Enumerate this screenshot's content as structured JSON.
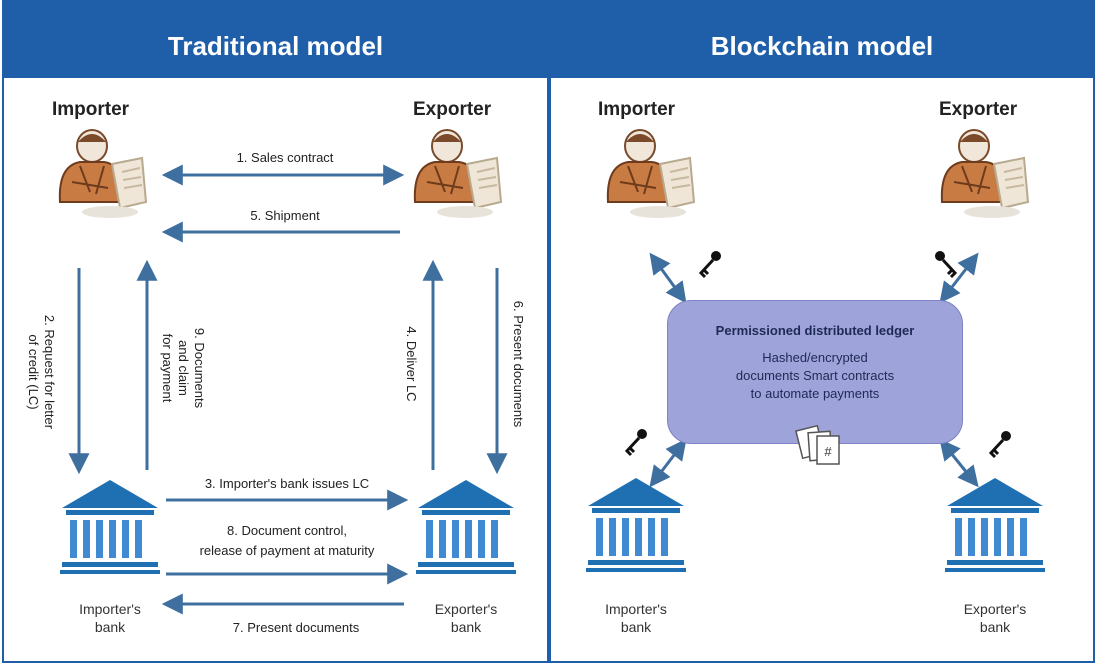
{
  "traditional": {
    "title": "Traditional model",
    "importer": "Importer",
    "exporter": "Exporter",
    "importer_bank_line1": "Importer's",
    "importer_bank_line2": "bank",
    "exporter_bank_line1": "Exporter's",
    "exporter_bank_line2": "bank",
    "steps": {
      "s1": "1. Sales contract",
      "s2_line1": "2. Request for letter",
      "s2_line2": "of credit (LC)",
      "s3": "3. Importer's bank issues LC",
      "s4": "4. Deliver LC",
      "s5": "5. Shipment",
      "s6": "6. Present documents",
      "s7": "7. Present documents",
      "s8_line1": "8. Document control,",
      "s8_line2": "release of payment at maturity",
      "s9_line1": "9. Documents",
      "s9_line2": "and claim",
      "s9_line3": "for payment"
    }
  },
  "blockchain": {
    "title": "Blockchain model",
    "importer": "Importer",
    "exporter": "Exporter",
    "importer_bank_line1": "Importer's",
    "importer_bank_line2": "bank",
    "exporter_bank_line1": "Exporter's",
    "exporter_bank_line2": "bank",
    "ledger_title": "Permissioned distributed ledger",
    "ledger_line1": "Hashed/encrypted",
    "ledger_line2": "documents Smart contracts",
    "ledger_line3": "to automate payments"
  },
  "colors": {
    "banner": "#1f5ea8",
    "arrow": "#3f6f9f",
    "bank": "#1f6fb3",
    "ledger": "#9ea3d9",
    "person_skin": "#c97b44"
  },
  "icons": [
    "person-icon",
    "bank-icon",
    "key-icon",
    "documents-icon"
  ]
}
